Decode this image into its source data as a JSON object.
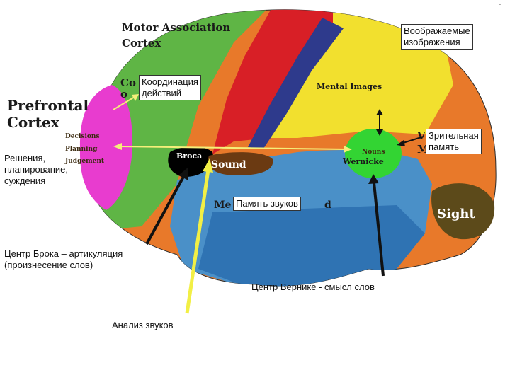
{
  "regions": {
    "motor_association": "Motor Association\nCortex",
    "prefrontal": "Prefrontal\nCortex",
    "decisions": "Decisions",
    "planning": "Planning",
    "judgement": "Judgement",
    "broca": "Broca",
    "sound": "Sound",
    "mental_images": "Mental Images",
    "nouns": "Nouns",
    "wernicke": "Wernicke",
    "sight": "Sight",
    "co_fragment": "Co",
    "o_fragment": "o",
    "v_fragment": "V",
    "m_fragment": "M",
    "me_fragment": "Me",
    "d_fragment": "d"
  },
  "callouts": {
    "imagined": "Воображаемые\nизображения",
    "coordination": "Координация\nдействий",
    "visual_memory": "Зрительная\nпамять",
    "sound_memory": "Память звуков"
  },
  "captions": {
    "decisions_ru": "Решения,\nпланирование,\nсуждения",
    "broca_ru": "Центр Брока – артикуляция\n(произнесение слов)",
    "wernicke_ru": "Центр Вернике - смысл слов",
    "sound_analysis_ru": "Анализ звуков"
  },
  "colors": {
    "occipital": "#e8792a",
    "frontal": "#5fb545",
    "motor_red": "#d81f26",
    "motor_blue": "#2e3a8c",
    "parietal": "#f2e02e",
    "temporal": "#4a90c8",
    "prefrontal": "#e83ccf",
    "wernicke": "#33d433",
    "broca": "#000000",
    "sound": "#6b3a12",
    "sight": "#5c4a1a"
  },
  "corner_mark": "-"
}
